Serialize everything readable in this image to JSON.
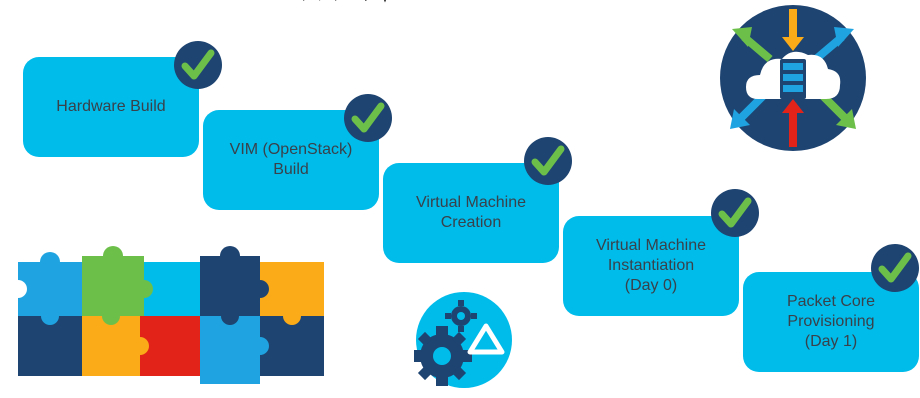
{
  "colors": {
    "box": "#00bceb",
    "box_dark": "#0a9fc7",
    "check_bg": "#1e4471",
    "check_mark": "#6cc04a",
    "navy": "#1e4471",
    "orange": "#fbab18",
    "red": "#e2231a",
    "green": "#6cc04a",
    "cyan": "#00bceb",
    "blue": "#1fa4e1"
  },
  "steps": [
    {
      "label": "Hardware Build",
      "status_icon": "check-icon"
    },
    {
      "label": "VIM (OpenStack)\nBuild",
      "status_icon": "check-icon"
    },
    {
      "label": "Virtual Machine\nCreation",
      "status_icon": "check-icon"
    },
    {
      "label": "Virtual Machine\nInstantiation\n(Day 0)",
      "status_icon": "check-icon"
    },
    {
      "label": "Packet Core\nProvisioning\n(Day 1)",
      "status_icon": "check-icon"
    }
  ],
  "decorations": {
    "cloud_icon": "cloud-server-arrows-icon",
    "puzzle_icon": "puzzle-pieces-icon",
    "gear_icon": "gear-triangle-icon"
  }
}
